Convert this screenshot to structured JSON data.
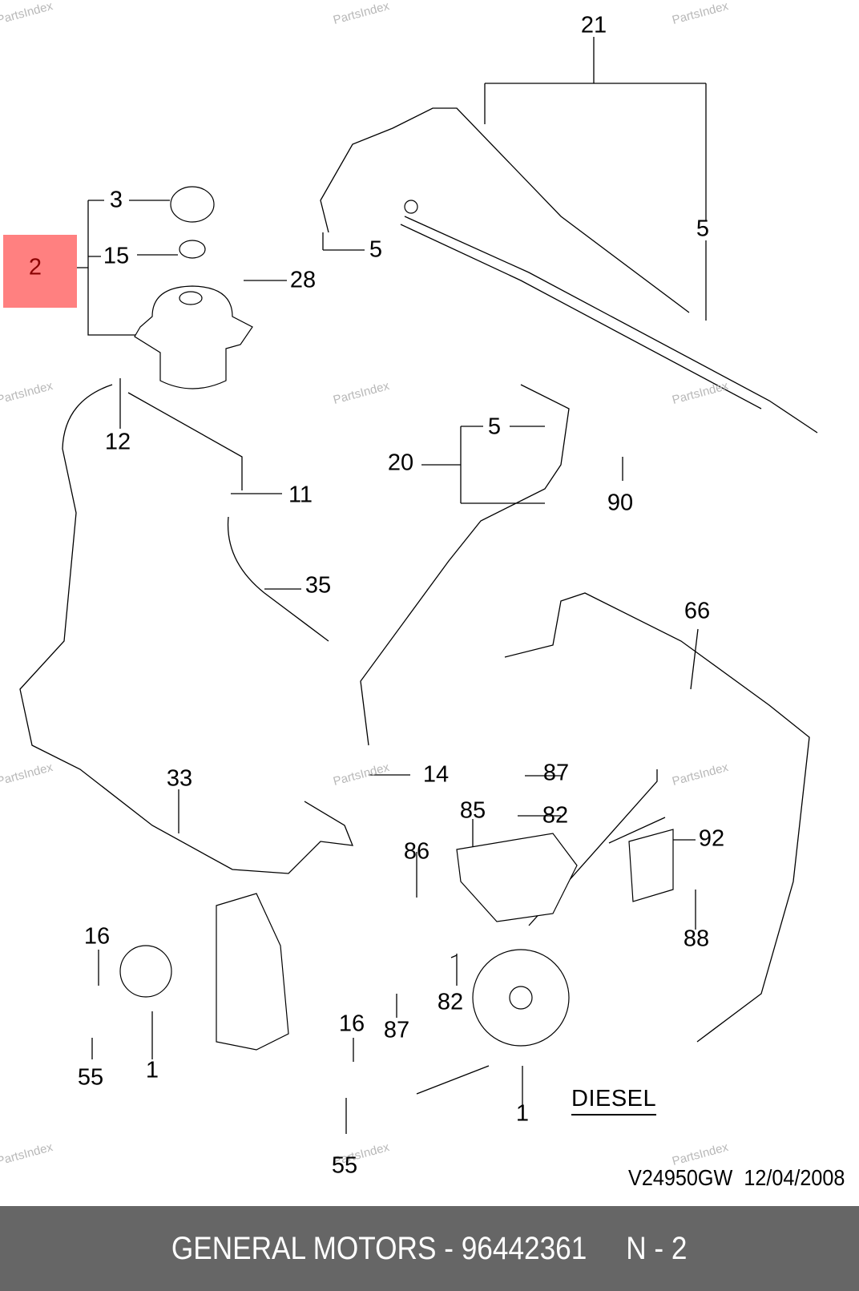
{
  "diagram": {
    "title": "Power steering system",
    "highlighted_callout": "2",
    "callouts": [
      {
        "id": "c21",
        "label": "21"
      },
      {
        "id": "c3",
        "label": "3"
      },
      {
        "id": "c15",
        "label": "15"
      },
      {
        "id": "c28",
        "label": "28"
      },
      {
        "id": "c5a",
        "label": "5"
      },
      {
        "id": "c5b",
        "label": "5"
      },
      {
        "id": "c5c",
        "label": "5"
      },
      {
        "id": "c12",
        "label": "12"
      },
      {
        "id": "c20",
        "label": "20"
      },
      {
        "id": "c90",
        "label": "90"
      },
      {
        "id": "c11",
        "label": "11"
      },
      {
        "id": "c35",
        "label": "35"
      },
      {
        "id": "c66",
        "label": "66"
      },
      {
        "id": "c33",
        "label": "33"
      },
      {
        "id": "c14",
        "label": "14"
      },
      {
        "id": "c87a",
        "label": "87"
      },
      {
        "id": "c85",
        "label": "85"
      },
      {
        "id": "c82a",
        "label": "82"
      },
      {
        "id": "c86",
        "label": "86"
      },
      {
        "id": "c92",
        "label": "92"
      },
      {
        "id": "c88",
        "label": "88"
      },
      {
        "id": "c16a",
        "label": "16"
      },
      {
        "id": "c55a",
        "label": "55"
      },
      {
        "id": "c1a",
        "label": "1"
      },
      {
        "id": "c82b",
        "label": "82"
      },
      {
        "id": "c87b",
        "label": "87"
      },
      {
        "id": "c16b",
        "label": "16"
      },
      {
        "id": "c55b",
        "label": "55"
      },
      {
        "id": "c1b",
        "label": "1"
      }
    ],
    "variant_label": "DIESEL",
    "drawing_code": "V24950GW",
    "drawing_date": "12/04/2008",
    "watermark": "PartsIndex"
  },
  "footer": {
    "brand": "GENERAL MOTORS",
    "part_number": "96442361",
    "position": "N - 2",
    "text": "GENERAL MOTORS - 96442361     N - 2"
  }
}
